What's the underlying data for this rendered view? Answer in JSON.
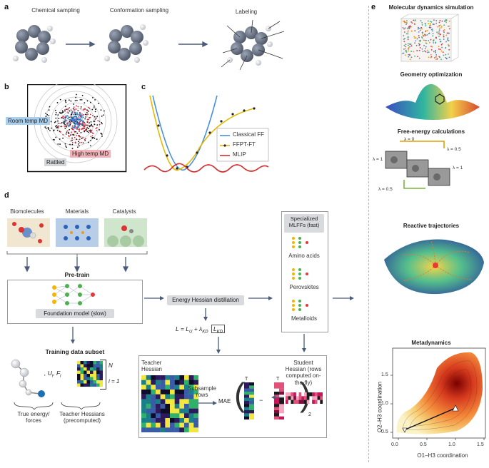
{
  "panel_a": {
    "letter": "a",
    "steps": [
      "Chemical sampling",
      "Conformation sampling",
      "Labeling"
    ]
  },
  "panel_b": {
    "letter": "b",
    "labels": {
      "room": "Room temp MD",
      "high": "High temp MD",
      "rattled": "Rattled"
    }
  },
  "panel_c": {
    "letter": "c",
    "legend": [
      "Classical FF",
      "FFPT-FT",
      "MLIP"
    ],
    "colors": {
      "classical": "#4a90d9",
      "ffpt": "#e6b800",
      "mlip": "#d32f2f"
    }
  },
  "panel_d": {
    "letter": "d",
    "inputs": [
      "Biomolecules",
      "Materials",
      "Catalysts"
    ],
    "pretrain": "Pre-train",
    "foundation": "Foundation model (slow)",
    "distill": "Energy Hessian distillation",
    "loss_L": "L = L",
    "loss_sub1": "U",
    "loss_mid": " + λ",
    "loss_sub2": "KD",
    "loss_box": "L",
    "loss_box_sub": "KD",
    "specialized": "Specialized MLFFs (fast)",
    "specialized_items": [
      "Amino acids",
      "Perovskites",
      "Metalloids"
    ],
    "subset_title": "Training data subset",
    "true_energy": "True energy/ forces",
    "teacher_hessians": "Teacher Hessians (precomputed)",
    "uf": ", U",
    "uf_sub": "i",
    "f_sym": ", F",
    "f_sub": "i",
    "N": "N",
    "i1": "i = 1",
    "teacher": "Teacher Hessian",
    "subsample": "Subsample rows",
    "mae": "MAE",
    "T": "T",
    "minus": "−",
    "two": "2",
    "student": "Student Hessian (rows computed on-the-fly)"
  },
  "panel_e": {
    "letter": "e",
    "titles": [
      "Molecular dynamics simulation",
      "Geometry optimization",
      "Free-energy calculations",
      "Reactive trajectories",
      "Metadynamics"
    ],
    "lambdas": [
      "λ = 0",
      "λ = 0.5",
      "λ = 1",
      "λ = 1",
      "λ = 0.5"
    ],
    "meta_x": "O1–H3 coordination",
    "meta_y": "O2–H3 coordination",
    "meta_xticks": [
      "0.0",
      "0.5",
      "1.0",
      "1.5"
    ],
    "meta_yticks": [
      "0.5",
      "1.0",
      "1.5"
    ]
  }
}
